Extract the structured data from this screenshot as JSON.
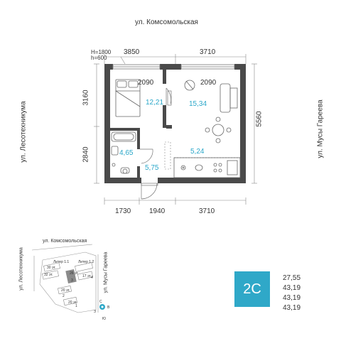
{
  "streets": {
    "top": "ул. Комсомольская",
    "left": "ул. Лесотехникума",
    "right": "ул. Мусы Гареева"
  },
  "window_note": [
    "H=1800",
    "h=600"
  ],
  "dimensions": {
    "top_left": "3850",
    "top_right": "3710",
    "bottom_1": "1730",
    "bottom_2": "1940",
    "bottom_3": "3710",
    "left_top": "3160",
    "left_bottom": "2840",
    "right": "5560",
    "inner_window_left": "2090",
    "inner_window_right": "2090"
  },
  "rooms": {
    "bedroom": "12,21",
    "living": "15,34",
    "bathroom": "4,65",
    "hall": "5,75",
    "kitchen": "5,24"
  },
  "badge": "2С",
  "areas": [
    "27,55",
    "43,19",
    "43,19",
    "43,19"
  ],
  "site_plan": {
    "street_top": "ул. Комсомольская",
    "street_left": "ул. Лесотехникума",
    "street_right": "ул. Мусы Гареева",
    "labels": [
      "Литер 1.1",
      "Литер 1.2",
      "30 эт.",
      "32 эт.",
      "26 эт.",
      "17 эт.",
      "3",
      "4",
      "20 эт.",
      "2",
      "20 эт.",
      "1"
    ],
    "compass": [
      "С",
      "З",
      "В",
      "Ю"
    ]
  },
  "colors": {
    "wall": "#4a4a4a",
    "accent": "#2fa8c8",
    "room_text": "#2aa7c9"
  }
}
